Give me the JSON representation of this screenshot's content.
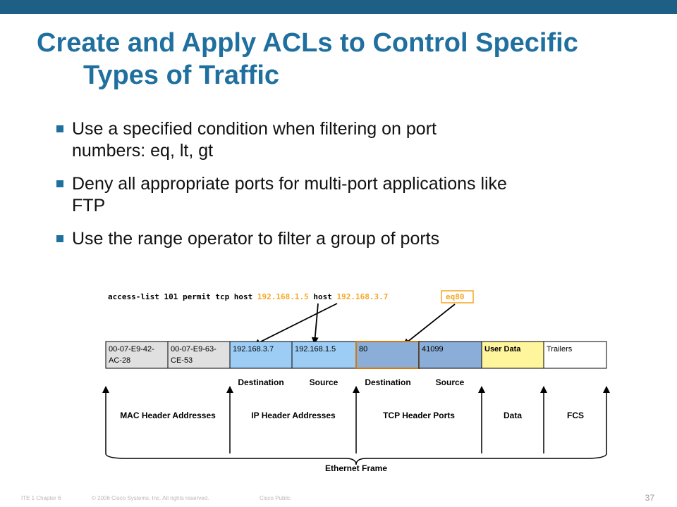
{
  "slide": {
    "title_line1": "Create and Apply ACLs to Control Specific",
    "title_line2": "Types of Traffic",
    "bullets": [
      {
        "line1": "Use a specified condition when filtering on port",
        "line2": "numbers:  eq, lt, gt"
      },
      {
        "line1": "Deny all appropriate ports for multi-port applications like",
        "line2": "FTP"
      },
      {
        "line1": "Use the range operator to filter a group of ports",
        "line2": ""
      }
    ]
  },
  "diagram": {
    "acl": {
      "prefix": "access-list 101 permit tcp host ",
      "src_ip": "192.168.1.5",
      "host_kw": " host ",
      "dst_ip": "192.168.3.7",
      "port_op": "eq80"
    },
    "cells": [
      {
        "line1": "00-07-E9-42-",
        "line2": "AC-28",
        "color": "#e0e0e0"
      },
      {
        "line1": "00-07-E9-63-",
        "line2": "CE-53",
        "color": "#e0e0e0"
      },
      {
        "line1": "192.168.3.7",
        "line2": "",
        "color": "#9dcdf5"
      },
      {
        "line1": "192.168.1.5",
        "line2": "",
        "color": "#9dcdf5"
      },
      {
        "line1": "80",
        "line2": "",
        "color": "#8aaed8"
      },
      {
        "line1": "41099",
        "line2": "",
        "color": "#8aaed8"
      },
      {
        "line1": "User Data",
        "line2": "",
        "color": "#fff59d"
      },
      {
        "line1": "Trailers",
        "line2": "",
        "color": "#ffffff"
      }
    ],
    "sublabels": [
      "Destination",
      "Source",
      "Destination",
      "Source"
    ],
    "sections": [
      "MAC Header Addresses",
      "IP Header Addresses",
      "TCP Header Ports",
      "Data",
      "FCS"
    ],
    "frame_label": "Ethernet Frame",
    "colors": {
      "highlight": "#f5a623",
      "port_border": "#d07a10"
    }
  },
  "footer": {
    "chapter": "ITE 1 Chapter 6",
    "copyright": "© 2006 Cisco Systems, Inc. All rights reserved.",
    "classification": "Cisco Public",
    "page_number": "37"
  }
}
